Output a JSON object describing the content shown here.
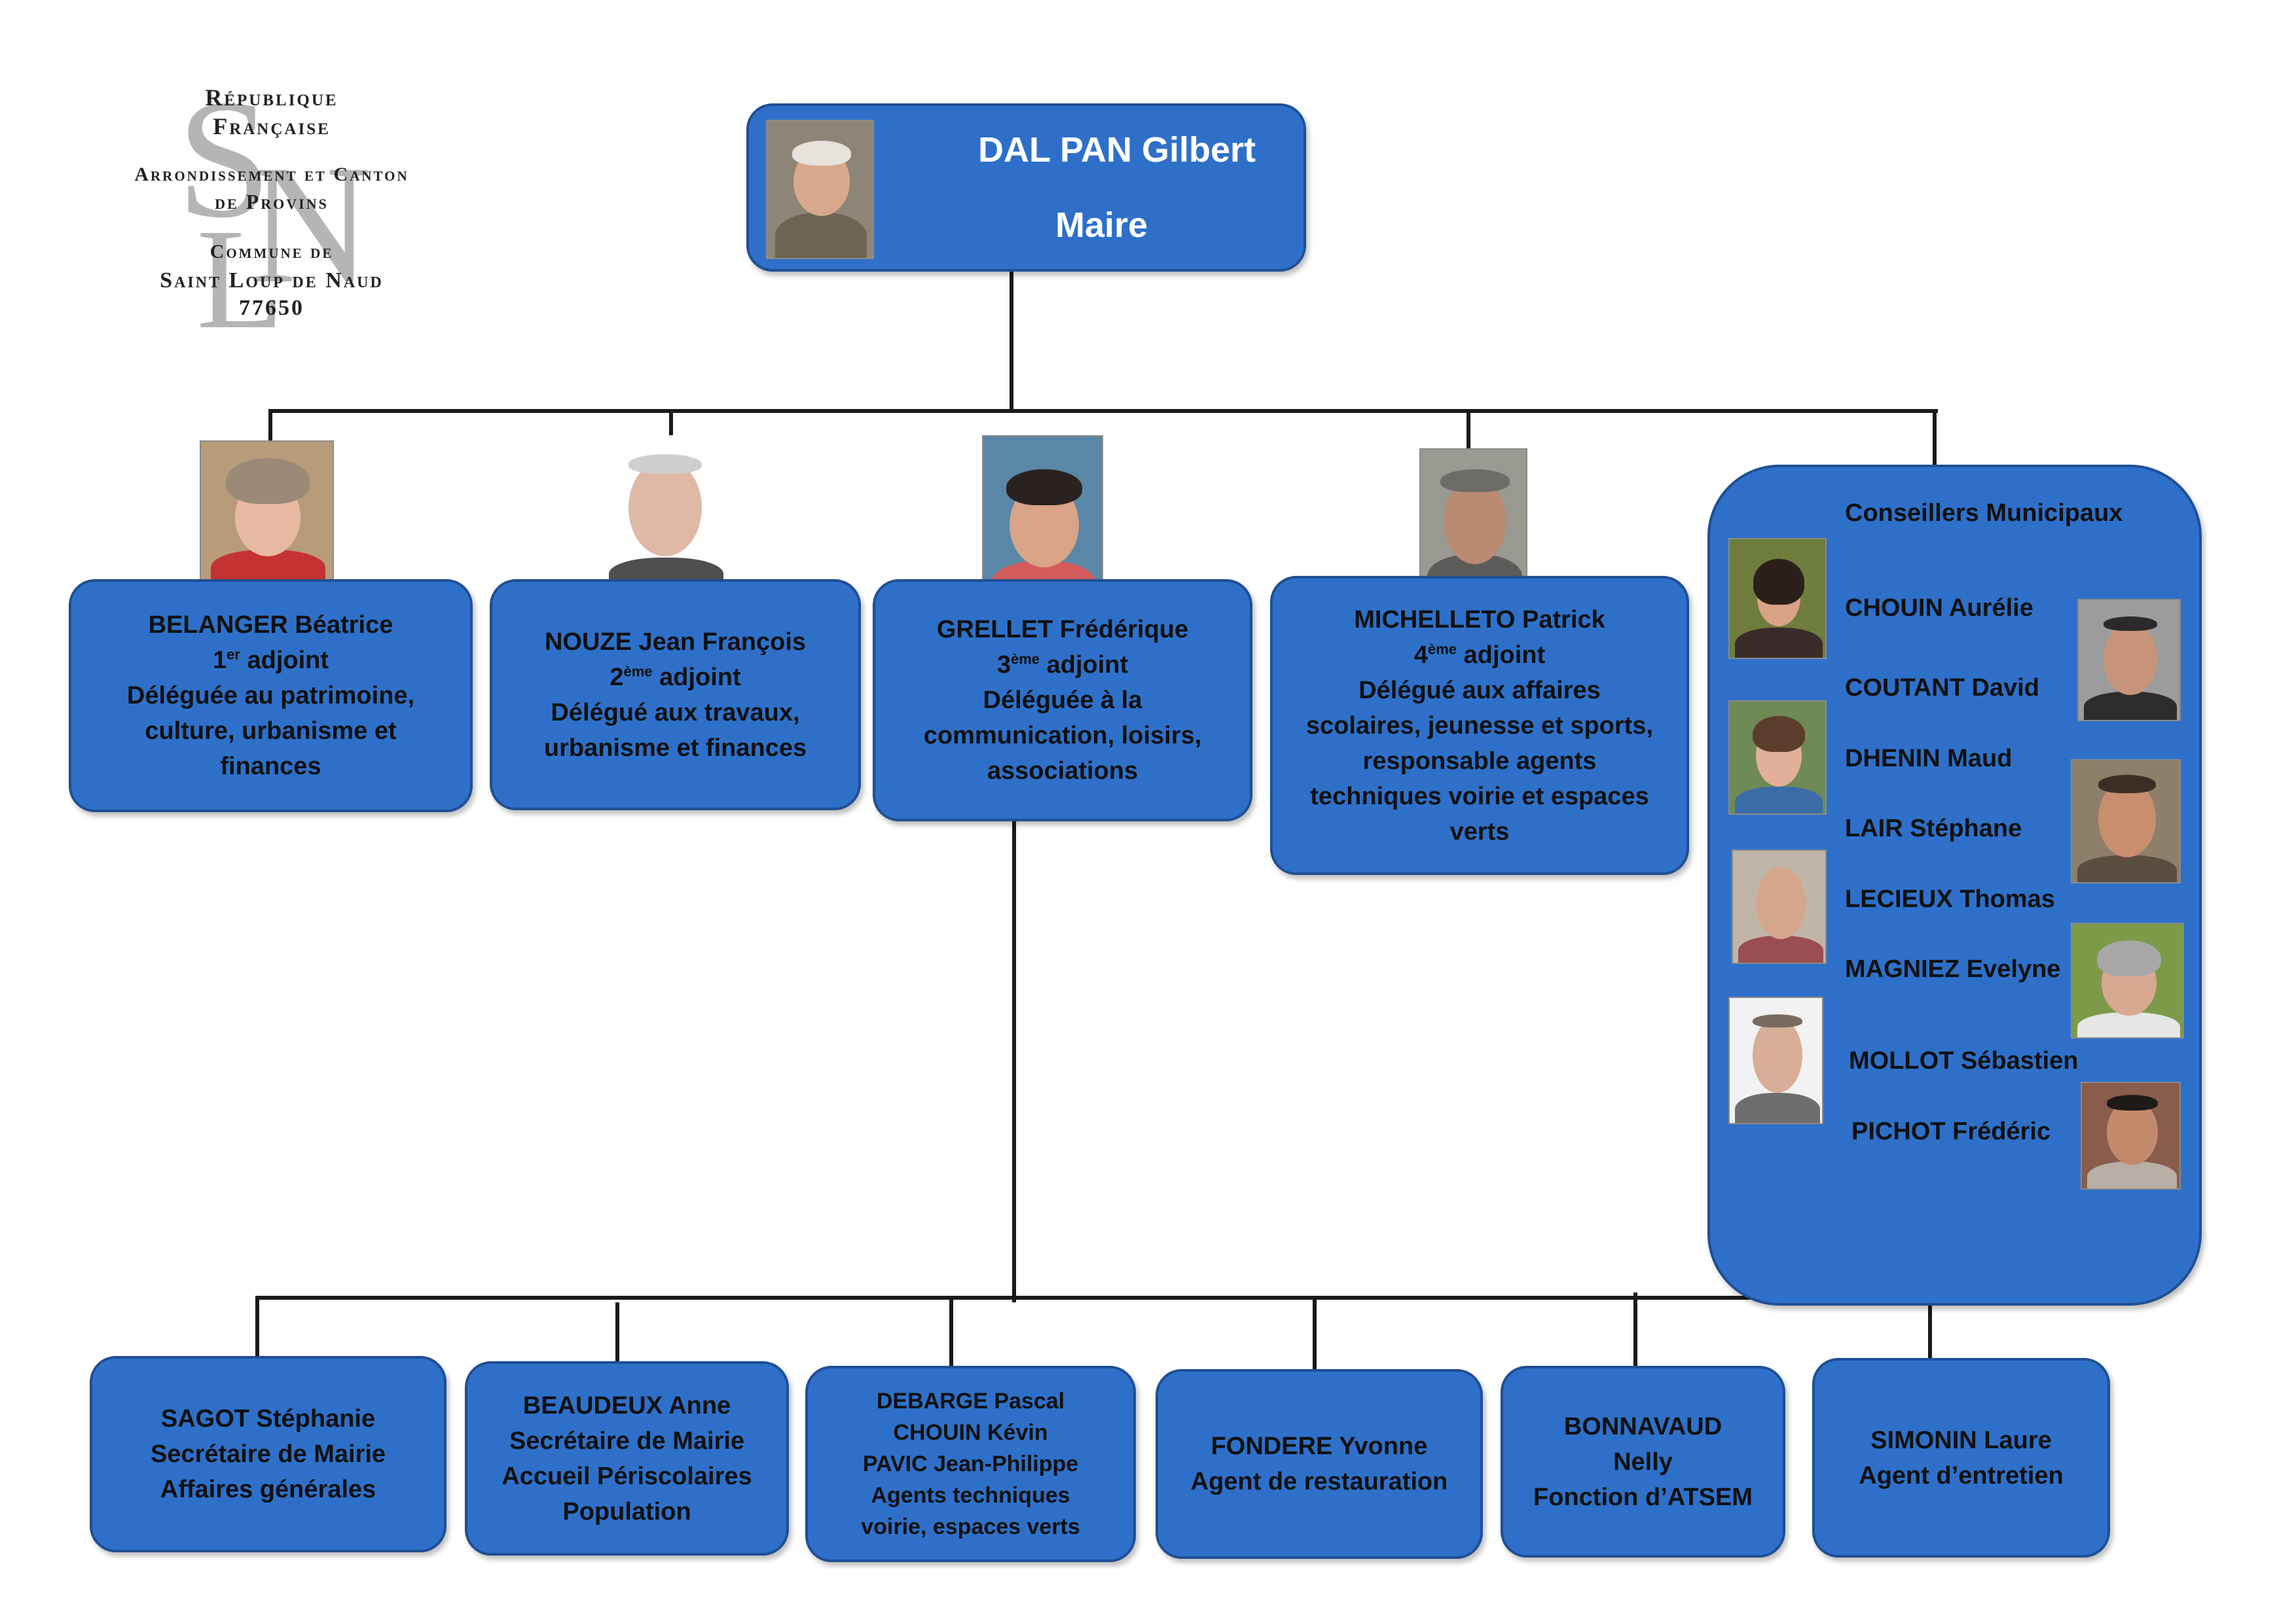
{
  "seal": {
    "line1": "République",
    "line2": "Française",
    "line3": "Arrondissement et Canton",
    "line4": "de Provins",
    "line5": "Commune de",
    "line6": "Saint Loup de Naud",
    "line7": "77650",
    "monogram": "SLN"
  },
  "mayor": {
    "name": "DAL PAN Gilbert",
    "role": "Maire"
  },
  "deputies": [
    {
      "name": "BELANGER Béatrice",
      "rank_num": "1",
      "rank_sup": "er",
      "rank_word": "adjoint",
      "duty": [
        "Déléguée au patrimoine,",
        "culture, urbanisme et",
        "finances"
      ]
    },
    {
      "name": "NOUZE Jean François",
      "rank_num": "2",
      "rank_sup": "ème",
      "rank_word": "adjoint",
      "duty": [
        "Délégué aux travaux,",
        "urbanisme et finances"
      ]
    },
    {
      "name": "GRELLET Frédérique",
      "rank_num": "3",
      "rank_sup": "ème",
      "rank_word": "adjoint",
      "duty": [
        "Déléguée à la",
        "communication, loisirs,",
        "associations"
      ]
    },
    {
      "name": "MICHELLETO Patrick",
      "rank_num": "4",
      "rank_sup": "ème",
      "rank_word": "adjoint",
      "duty": [
        "Délégué aux affaires",
        "scolaires, jeunesse et sports,",
        "responsable agents",
        "techniques voirie et espaces",
        "verts"
      ]
    }
  ],
  "council": {
    "title": "Conseillers Municipaux",
    "members": [
      "CHOUIN Aurélie",
      "COUTANT David",
      "DHENIN Maud",
      "LAIR Stéphane",
      "LECIEUX Thomas",
      "MAGNIEZ Evelyne",
      "MOLLOT Sébastien",
      "PICHOT Frédéric"
    ]
  },
  "staff": [
    {
      "lines": [
        "SAGOT Stéphanie",
        "Secrétaire de Mairie",
        "Affaires générales"
      ]
    },
    {
      "lines": [
        "BEAUDEUX Anne",
        "Secrétaire de Mairie",
        "Accueil Périscolaires",
        "Population"
      ]
    },
    {
      "lines": [
        "DEBARGE Pascal",
        "CHOUIN Kévin",
        "PAVIC Jean-Philippe",
        "Agents techniques",
        "voirie, espaces verts"
      ]
    },
    {
      "lines": [
        "FONDERE Yvonne",
        "Agent de restauration"
      ]
    },
    {
      "lines": [
        "BONNAVAUD",
        "Nelly",
        "Fonction d’ATSEM"
      ]
    },
    {
      "lines": [
        "SIMONIN Laure",
        "Agent d’entretien"
      ]
    }
  ],
  "colors": {
    "box": "#2e70c9",
    "box_border": "#1f4f94",
    "connector": "#1a1a1a"
  }
}
